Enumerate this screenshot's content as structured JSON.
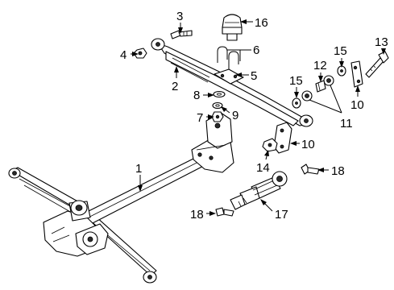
{
  "diagram": {
    "callouts": [
      "1",
      "2",
      "3",
      "4",
      "5",
      "6",
      "7",
      "8",
      "9",
      "10",
      "10",
      "11",
      "12",
      "13",
      "14",
      "15",
      "15",
      "16",
      "17",
      "18",
      "18"
    ]
  }
}
